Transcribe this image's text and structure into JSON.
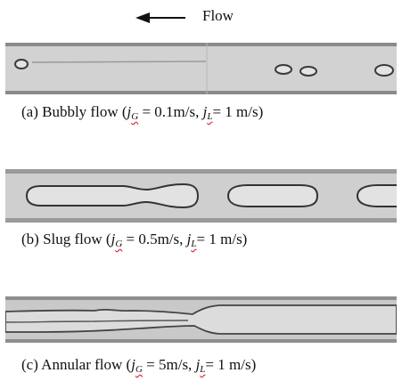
{
  "header": {
    "flow_label": "Flow"
  },
  "panels": [
    {
      "id": "a",
      "prefix": "(a)  Bubbly flow   (",
      "jg_value": "= 0.1m/s,",
      "jl_value": "= 1 m/s)"
    },
    {
      "id": "b",
      "prefix": "(b)  Slug flow (",
      "jg_value": "= 0.5m/s,",
      "jl_value": "= 1 m/s)"
    },
    {
      "id": "c",
      "prefix": "(c)  Annular flow (",
      "jg_value": "= 5m/s,",
      "jl_value": "= 1 m/s)"
    }
  ],
  "symbols": {
    "j": "j",
    "gas_sub": "G",
    "liquid_sub": "L"
  },
  "colors": {
    "tube_fill": "#cfcfcf",
    "tube_edge": "#6a6a6a",
    "bubble_edge": "#3a3a3a"
  }
}
